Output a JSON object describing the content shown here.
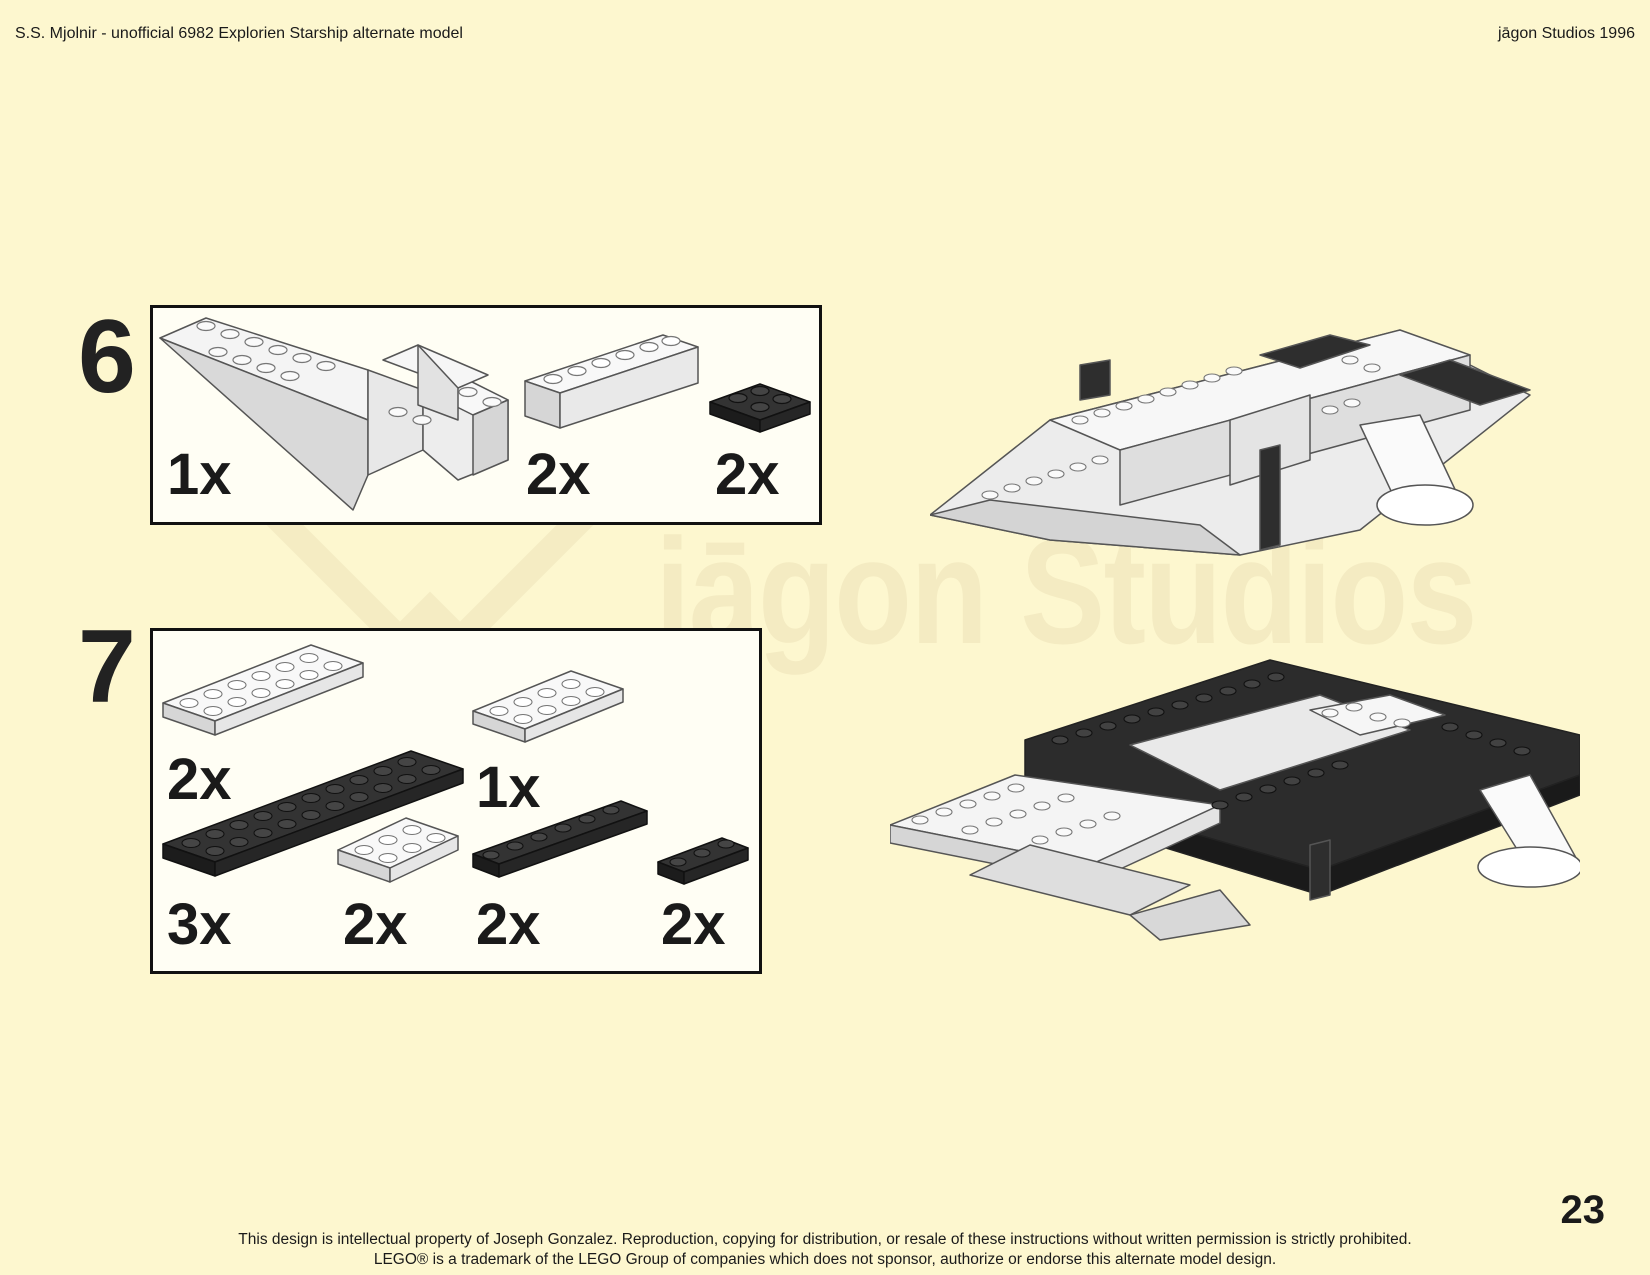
{
  "header": {
    "title": "S.S. Mjolnir - unofficial 6982 Explorien Starship alternate model",
    "studio": "jāgon Studios 1996"
  },
  "watermark": {
    "text": "jāgon Studios"
  },
  "steps": [
    {
      "number": "6",
      "parts": [
        {
          "icon": "white-wedge-hull-piece-icon",
          "qty": "1x"
        },
        {
          "icon": "white-brick-1x6-icon",
          "qty": "2x"
        },
        {
          "icon": "black-plate-2x2-icon",
          "qty": "2x"
        }
      ]
    },
    {
      "number": "7",
      "parts": [
        {
          "icon": "white-plate-2x6-icon",
          "qty": "2x"
        },
        {
          "icon": "white-plate-2x4-icon",
          "qty": "1x"
        },
        {
          "icon": "black-plate-2x10-icon",
          "qty": "3x"
        },
        {
          "icon": "white-plate-2x3-icon",
          "qty": "2x"
        },
        {
          "icon": "black-plate-1x6-icon",
          "qty": "2x"
        },
        {
          "icon": "black-plate-1x3-icon",
          "qty": "2x"
        }
      ]
    }
  ],
  "page_number": "23",
  "footer": {
    "line1": "This design is intellectual property of Joseph Gonzalez.  Reproduction, copying for distribution, or resale of these instructions without written permission is strictly prohibited.",
    "line2": "LEGO® is a trademark of the LEGO Group of companies which does not sponsor, authorize or endorse this alternate model design."
  },
  "colors": {
    "background": "#fdf7cf",
    "brick_white": "#f2f2f2",
    "brick_black": "#2a2a2a"
  }
}
